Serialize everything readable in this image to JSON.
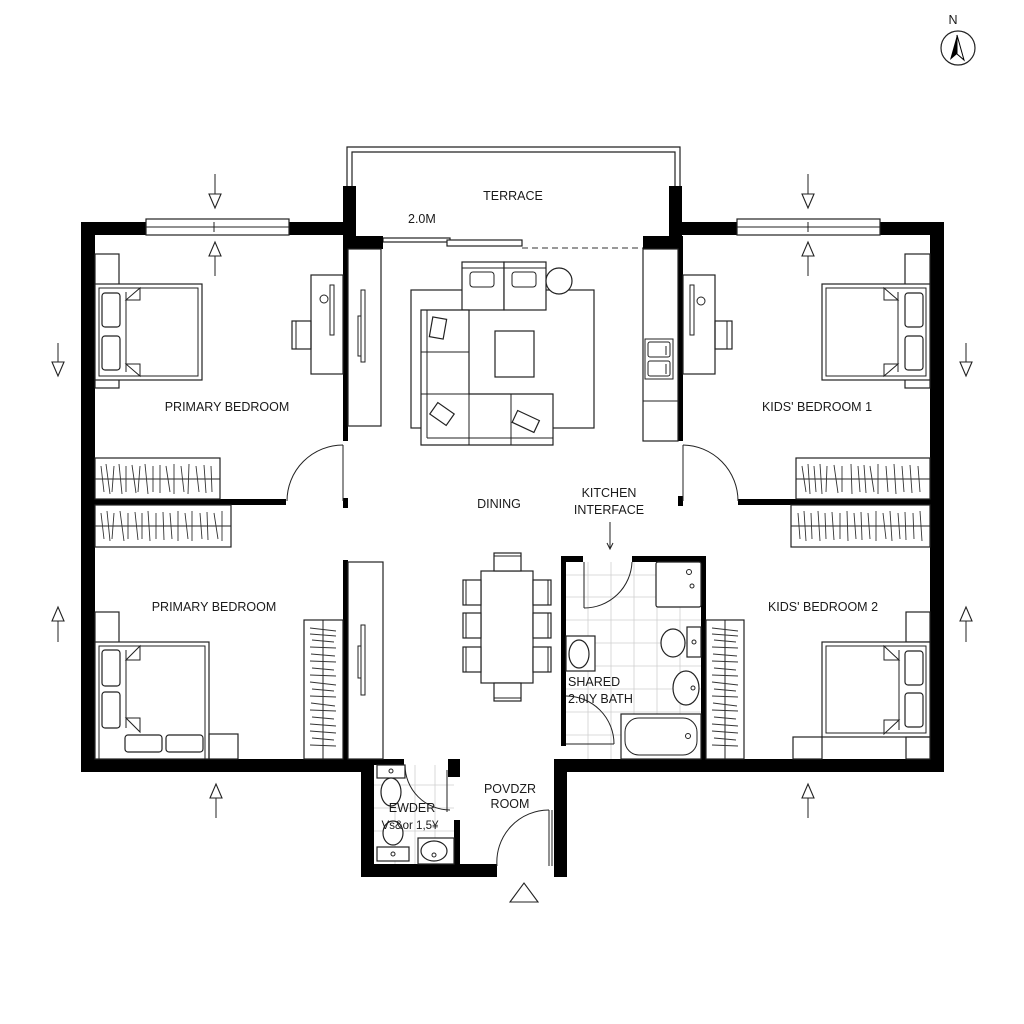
{
  "compass": {
    "label": "N"
  },
  "rooms": {
    "terrace": "TERRACE",
    "terrace_dimension": "2.0M",
    "primary_bedroom_top": "PRIMARY BEDROOM",
    "primary_bedroom_bottom": "PRIMARY BEDROOM",
    "kids_bedroom_1": "KIDS' BEDROOM 1",
    "kids_bedroom_2": "KIDS' BEDROOM 2",
    "dining": "DINING",
    "kitchen_interface_line1": "KITCHEN",
    "kitchen_interface_line2": "INTERFACE",
    "shared_bath_line1": "SHARED",
    "shared_bath_line2": "2.0IY BATH",
    "powder_room_line1": "POVDZR",
    "powder_room_line2": "ROOM",
    "ewder_line1": "EWDER",
    "ewder_line2": "Vs&or 1,5¥"
  },
  "colors": {
    "wall": "#000000",
    "line": "#222222",
    "background": "#ffffff",
    "tile": "#cfcfcf"
  }
}
